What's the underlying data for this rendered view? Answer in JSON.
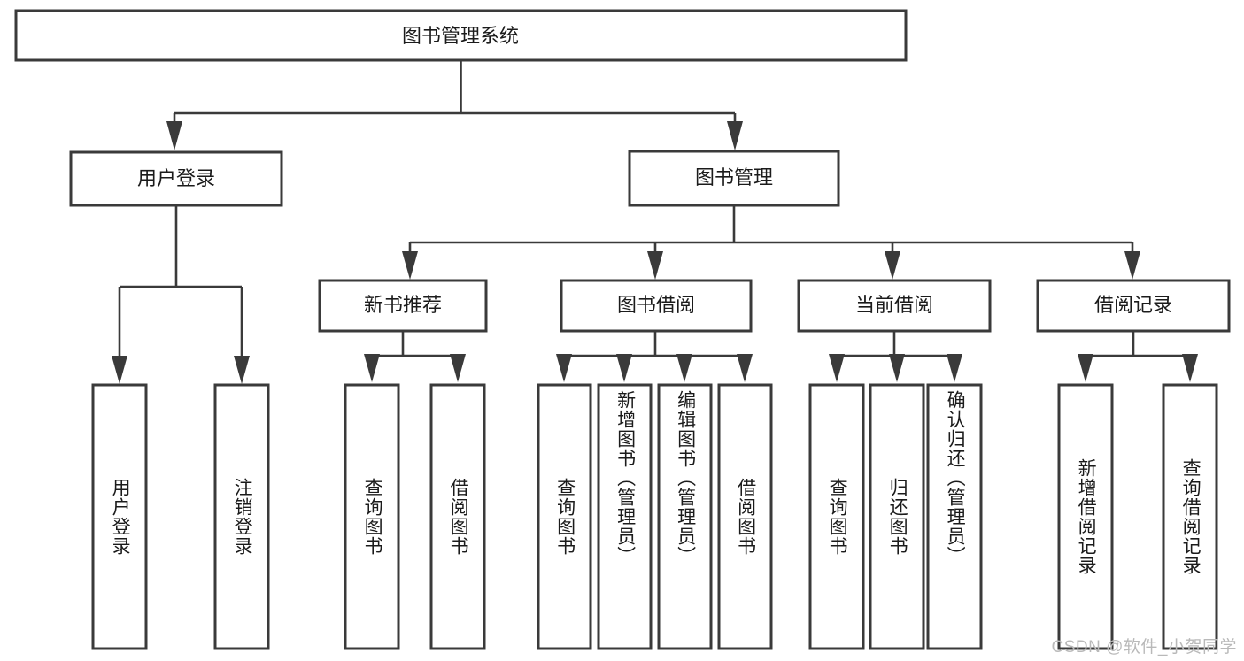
{
  "diagram": {
    "type": "tree",
    "title": "图书管理系统",
    "orientation": "top-down",
    "colors": {
      "box_stroke": "#3a3a3a",
      "box_fill": "#ffffff",
      "connector": "#3a3a3a",
      "text": "#1b1b1b",
      "watermark": "#b9b9b9",
      "background": "#ffffff"
    },
    "watermark": "CSDN @软件_小贺同学",
    "levels": {
      "root": {
        "label": "图书管理系统"
      },
      "level1": [
        {
          "label": "用户登录"
        },
        {
          "label": "图书管理"
        }
      ],
      "level2": [
        {
          "label": "新书推荐"
        },
        {
          "label": "图书借阅"
        },
        {
          "label": "当前借阅"
        },
        {
          "label": "借阅记录"
        }
      ],
      "leaves": {
        "user_login": [
          {
            "label": "用户登录"
          },
          {
            "label": "注销登录"
          }
        ],
        "new_book_recommend": [
          {
            "label": "查询图书"
          },
          {
            "label": "借阅图书"
          }
        ],
        "book_borrow": [
          {
            "label": "查询图书"
          },
          {
            "label": "新增图书（管理员）"
          },
          {
            "label": "编辑图书（管理员）"
          },
          {
            "label": "借阅图书"
          }
        ],
        "current_borrow": [
          {
            "label": "查询图书"
          },
          {
            "label": "归还图书"
          },
          {
            "label": "确认归还（管理员）"
          }
        ],
        "borrow_record": [
          {
            "label": "新增借阅记录"
          },
          {
            "label": "查询借阅记录"
          }
        ]
      }
    }
  }
}
